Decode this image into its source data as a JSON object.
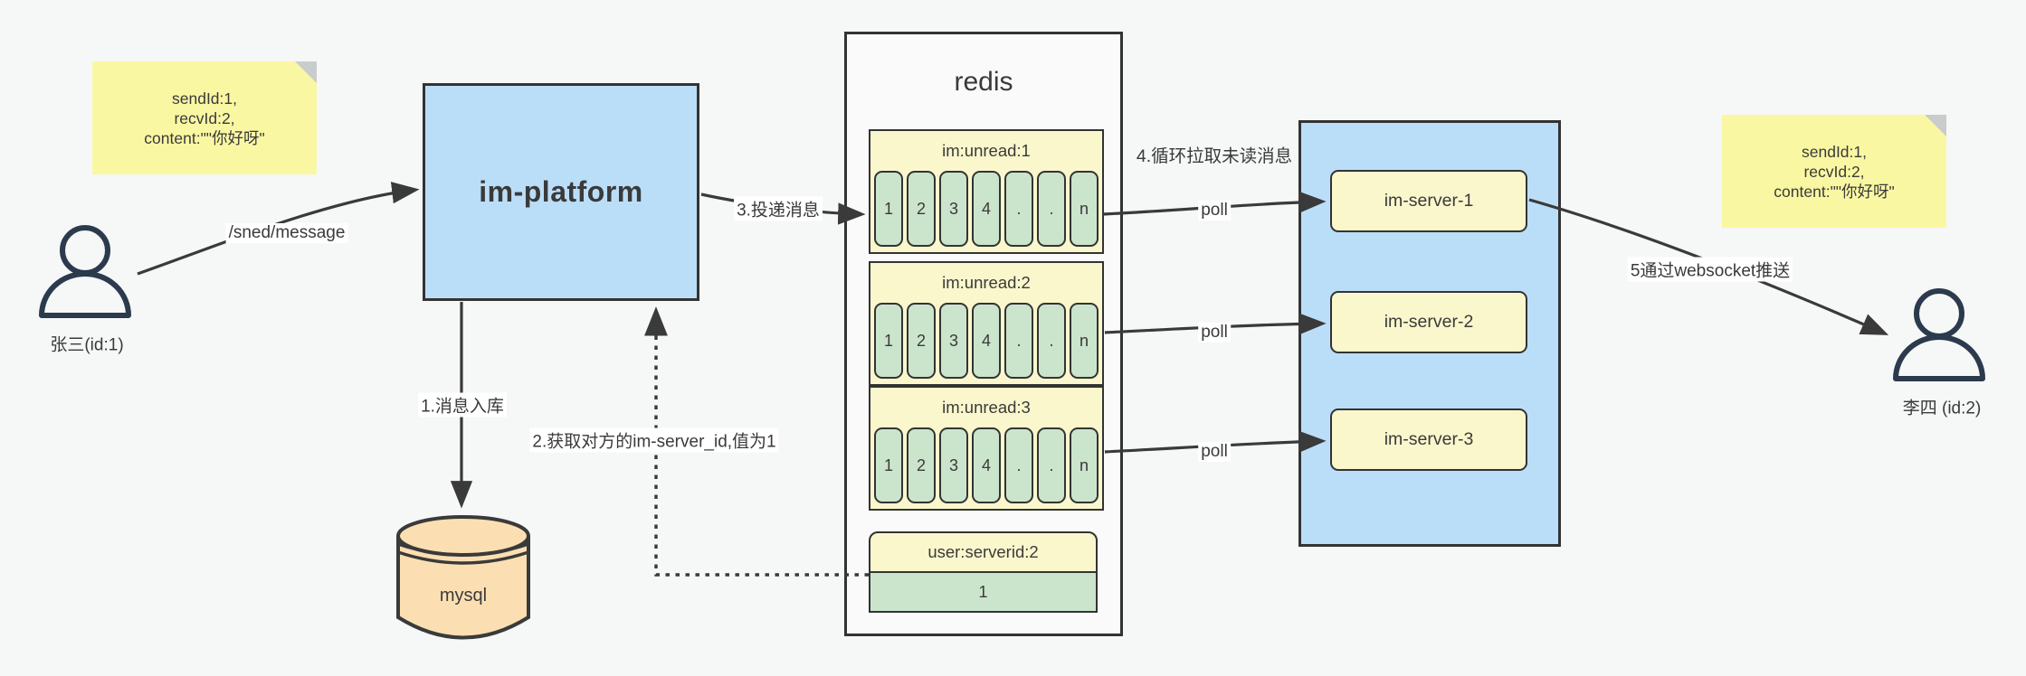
{
  "colors": {
    "container_blue": "#bbdef8",
    "note_yellow": "#faf7a3",
    "block_yellow": "#fbf7cc",
    "cell_green": "#cbe5cd",
    "db_tan": "#fbdfb2",
    "line_dark": "#3a3a3a",
    "person_navy": "#2b3a4d"
  },
  "actors": {
    "sender": {
      "label": "张三(id:1)"
    },
    "receiver": {
      "label": "李四 (id:2)"
    }
  },
  "notes": {
    "left": {
      "lines": [
        "sendId:1,",
        "recvId:2,",
        "content:\"\"你好呀\""
      ]
    },
    "right": {
      "lines": [
        "sendId:1,",
        "recvId:2,",
        "content:\"\"你好呀\""
      ]
    }
  },
  "platform": {
    "label": "im-platform"
  },
  "database": {
    "label": "mysql"
  },
  "redis": {
    "title": "redis",
    "queues": [
      {
        "name": "im:unread:1",
        "cells": [
          "1",
          "2",
          "3",
          "4",
          ".",
          ".",
          "n"
        ]
      },
      {
        "name": "im:unread:2",
        "cells": [
          "1",
          "2",
          "3",
          "4",
          ".",
          ".",
          "n"
        ]
      },
      {
        "name": "im:unread:3",
        "cells": [
          "1",
          "2",
          "3",
          "4",
          ".",
          ".",
          "n"
        ]
      }
    ],
    "kv": {
      "key": "user:serverid:2",
      "value": "1"
    }
  },
  "servers": {
    "items": [
      {
        "label": "im-server-1"
      },
      {
        "label": "im-server-2"
      },
      {
        "label": "im-server-3"
      }
    ]
  },
  "edges": {
    "send": "/sned/message",
    "step1": "1.消息入库",
    "step2": "2.获取对方的im-server_id,值为1",
    "step3": "3.投递消息",
    "step4": "4.循环拉取未读消息",
    "step5": "5通过websocket推送",
    "poll": "poll"
  }
}
